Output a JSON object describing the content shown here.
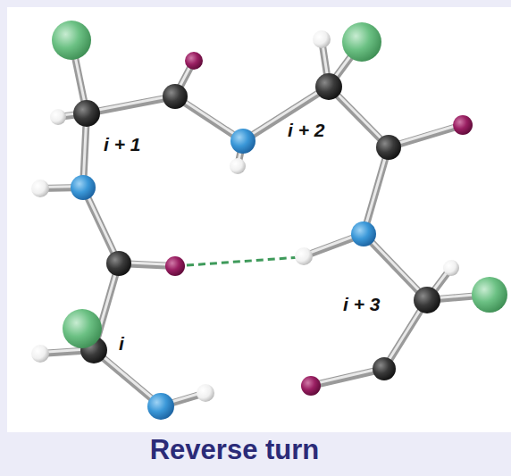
{
  "diagram": {
    "caption": "Reverse turn",
    "labels": [
      "i + 1",
      "i + 2",
      "i",
      "i + 3"
    ]
  }
}
